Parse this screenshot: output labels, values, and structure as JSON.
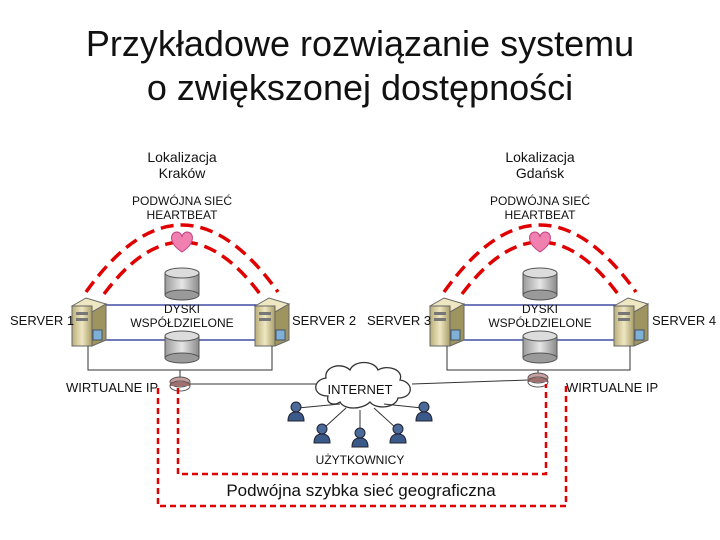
{
  "title": {
    "line1": "Przykładowe rozwiązanie systemu",
    "line2": "o zwiększonej dostępności"
  },
  "sites": [
    {
      "loc_label": "Lokalizacja",
      "loc_name": "Kraków",
      "net_line1": "PODWÓJNA SIEĆ",
      "net_line2": "HEARTBEAT",
      "storage_line1": "DYSKI",
      "storage_line2": "WSPÓŁDZIELONE",
      "server_left": "SERVER 1",
      "server_right": "SERVER 2"
    },
    {
      "loc_label": "Lokalizacja",
      "loc_name": "Gdańsk",
      "net_line1": "PODWÓJNA SIEĆ",
      "net_line2": "HEARTBEAT",
      "storage_line1": "DYSKI",
      "storage_line2": "WSPÓŁDZIELONE",
      "server_left": "SERVER 3",
      "server_right": "SERVER 4"
    }
  ],
  "virtual_ip_left": "WIRTUALNE IP",
  "virtual_ip_right": "WIRTUALNE IP",
  "internet": "INTERNET",
  "users": "UŻYTKOWNICY",
  "geo_network": "Podwójna szybka sieć geograficzna",
  "colors": {
    "link": "#e00000",
    "heart": "#f080b0",
    "server": "#d8cfa0",
    "disk": "#bbbbbb"
  },
  "icons": [
    "heart-icon",
    "server-icon",
    "disk-icon",
    "router-icon",
    "cloud-icon",
    "user-icon"
  ]
}
